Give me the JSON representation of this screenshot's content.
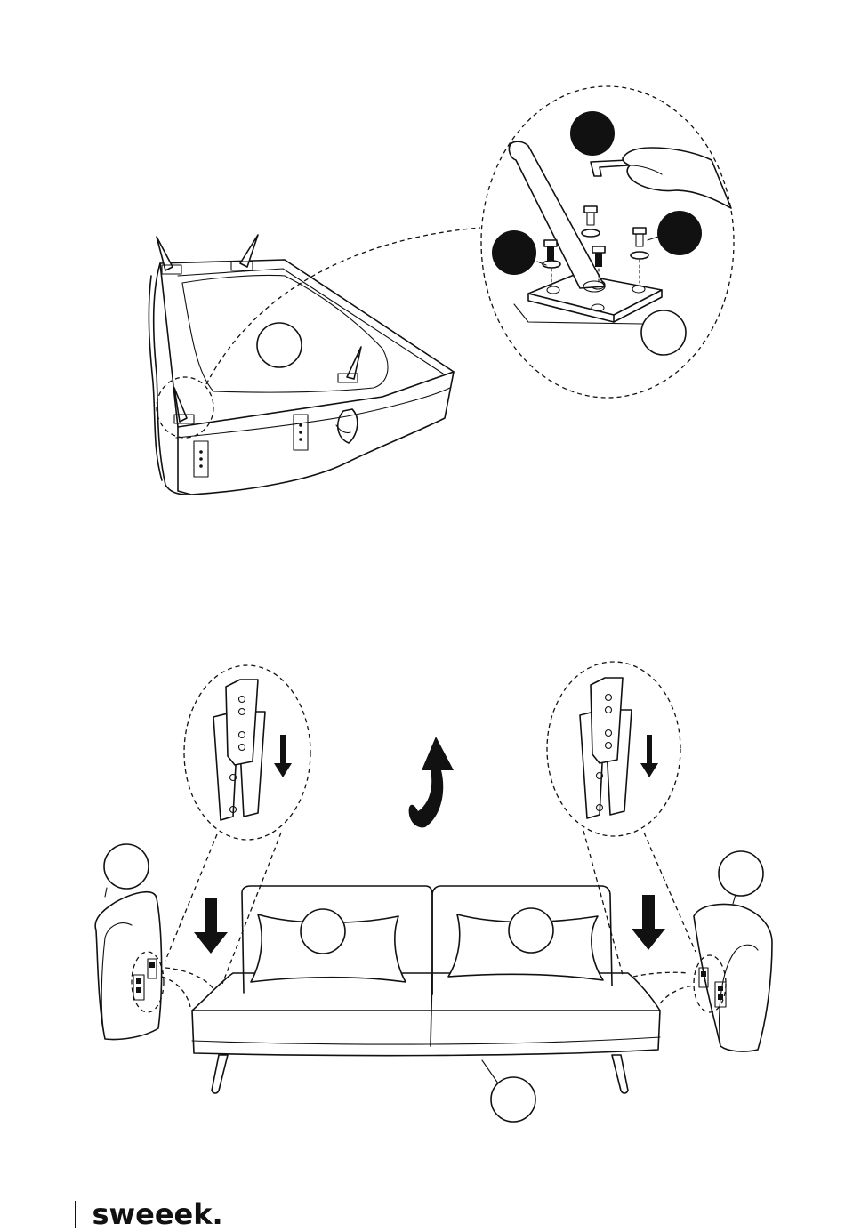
{
  "brand": {
    "logo_text": "sweeek."
  },
  "step1": {
    "badges_filled": 3,
    "badges_empty": 2
  },
  "step2": {
    "badges_empty": 5
  }
}
